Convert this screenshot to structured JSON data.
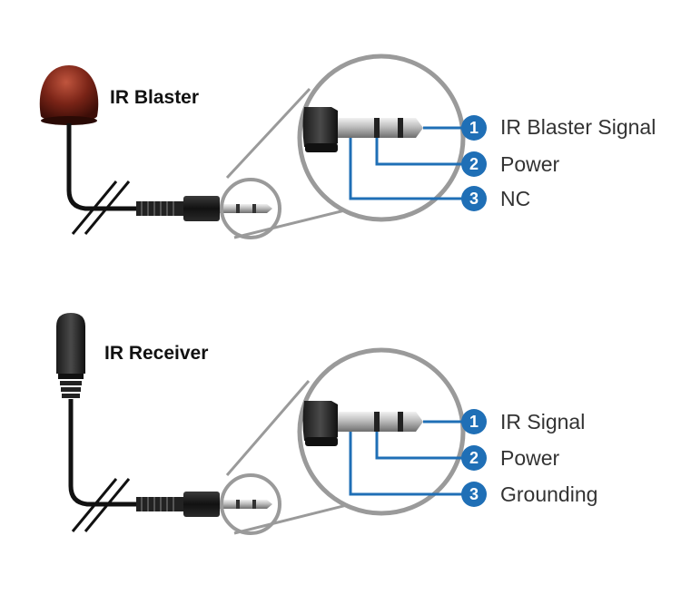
{
  "blaster": {
    "title": "IR Blaster",
    "pins": [
      {
        "num": "1",
        "label": "IR Blaster Signal"
      },
      {
        "num": "2",
        "label": "Power"
      },
      {
        "num": "3",
        "label": "NC"
      }
    ]
  },
  "receiver": {
    "title": "IR Receiver",
    "pins": [
      {
        "num": "1",
        "label": "IR Signal"
      },
      {
        "num": "2",
        "label": "Power"
      },
      {
        "num": "3",
        "label": "Grounding"
      }
    ]
  },
  "colors": {
    "line": "#1f6fb6",
    "badge": "#1f6fb6",
    "blaster_dome": "#7a2417",
    "jack_metal": "#b9b9b9"
  },
  "icons": {
    "blaster": "ir-blaster-dome-icon",
    "receiver": "ir-receiver-head-icon",
    "jack": "3.5mm-stereo-jack-icon"
  }
}
